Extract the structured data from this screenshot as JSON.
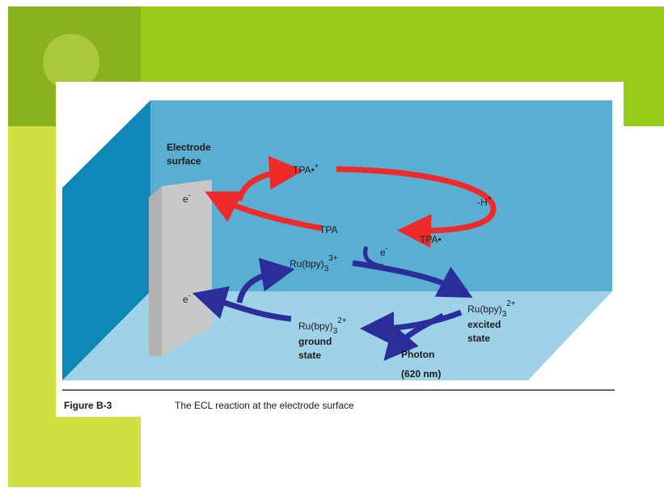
{
  "diagram": {
    "electrode_label_line1": "Electrode",
    "electrode_label_line2": "surface",
    "e_top": "e",
    "e_top_sup": "-",
    "e_bottom": "e",
    "e_bottom_sup": "-",
    "tpa_radical_cation": "TPA•",
    "tpa_radical_cation_sup": "+",
    "tpa": "TPA",
    "tpa_radical": "TPA•",
    "minus_h": "-H",
    "minus_h_sup": "+",
    "e_mid": "e",
    "e_mid_sup": "-",
    "ru3_main": "Ru(bpy)",
    "ru3_sub": "3",
    "ru3_sup": "3+",
    "ru_excited_main": "Ru(bpy)",
    "ru_excited_sub": "3",
    "ru_excited_sup": "2+",
    "excited_line1": "excited",
    "excited_line2": "state",
    "ru_ground_main": "Ru(bpy)",
    "ru_ground_sub": "3",
    "ru_ground_sup": "2+",
    "ground_line1": "ground",
    "ground_line2": "state",
    "photon_line1": "Photon",
    "photon_line2": "(620 nm)"
  },
  "caption": {
    "figure_label": "Figure B-3",
    "text": "The ECL reaction at the electrode surface"
  },
  "colors": {
    "red_arrow": "#ee2a2a",
    "blue_arrow": "#2b2d9a",
    "water_back": "#5aaed2",
    "water_floor": "#9fd1e9",
    "left_wall": "#0f87b6",
    "electrode": "#c8c8c8"
  }
}
